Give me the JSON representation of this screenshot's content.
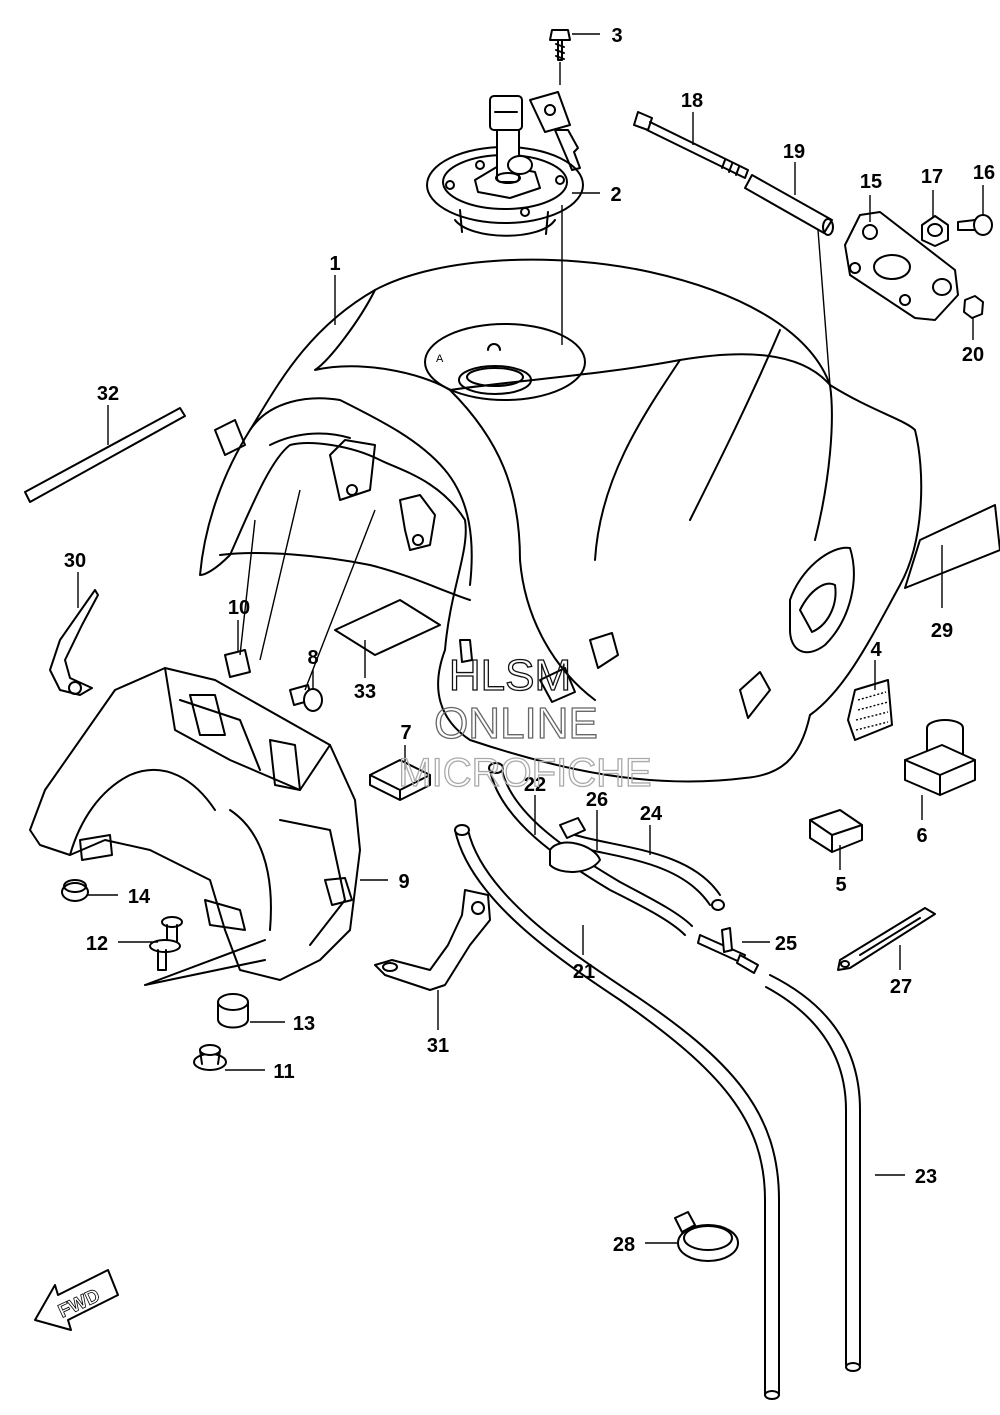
{
  "callouts": [
    {
      "id": "1",
      "label": "1"
    },
    {
      "id": "2",
      "label": "2"
    },
    {
      "id": "3",
      "label": "3"
    },
    {
      "id": "4",
      "label": "4"
    },
    {
      "id": "5",
      "label": "5"
    },
    {
      "id": "6",
      "label": "6"
    },
    {
      "id": "7",
      "label": "7"
    },
    {
      "id": "8",
      "label": "8"
    },
    {
      "id": "9",
      "label": "9"
    },
    {
      "id": "10",
      "label": "10"
    },
    {
      "id": "11",
      "label": "11"
    },
    {
      "id": "12",
      "label": "12"
    },
    {
      "id": "13",
      "label": "13"
    },
    {
      "id": "14",
      "label": "14"
    },
    {
      "id": "15",
      "label": "15"
    },
    {
      "id": "16",
      "label": "16"
    },
    {
      "id": "17",
      "label": "17"
    },
    {
      "id": "18",
      "label": "18"
    },
    {
      "id": "19",
      "label": "19"
    },
    {
      "id": "20",
      "label": "20"
    },
    {
      "id": "21",
      "label": "21"
    },
    {
      "id": "22",
      "label": "22"
    },
    {
      "id": "23",
      "label": "23"
    },
    {
      "id": "24",
      "label": "24"
    },
    {
      "id": "25",
      "label": "25"
    },
    {
      "id": "26",
      "label": "26"
    },
    {
      "id": "27",
      "label": "27"
    },
    {
      "id": "28",
      "label": "28"
    },
    {
      "id": "29",
      "label": "29"
    },
    {
      "id": "30",
      "label": "30"
    },
    {
      "id": "31",
      "label": "31"
    },
    {
      "id": "32",
      "label": "32"
    },
    {
      "id": "33",
      "label": "33"
    }
  ],
  "watermark": {
    "line1": "HLSM",
    "line2": "ONLINE",
    "line3": "MICROFICHE"
  },
  "fwd_arrow": {
    "label": "FWD"
  },
  "tank_marking": "A"
}
